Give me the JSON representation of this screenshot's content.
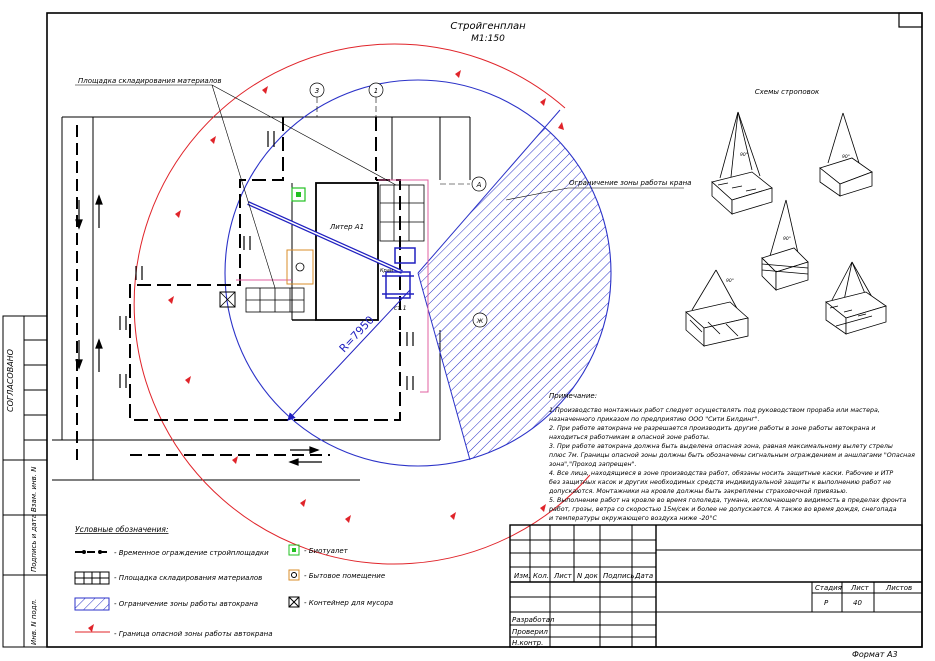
{
  "title": {
    "line1": "Стройгенплан",
    "line2": "М1:150"
  },
  "callouts": {
    "storage": "Площадка складирования материалов",
    "crane_zone": "Ограничение зоны работы крана",
    "building": "Литер А1",
    "radius": "R=7950",
    "crane_label": "Кран",
    "station": "ст.1",
    "cz": "Ж"
  },
  "axes": [
    "3",
    "1",
    "А"
  ],
  "slinging": {
    "title": "Схемы строповок",
    "angle_labels": [
      "90°",
      "90°",
      "90°",
      "90°"
    ]
  },
  "notes": {
    "title": "Примечание:",
    "lines": [
      "1.Производство монтажных работ следует осуществлять под руководством прораба или мастера,",
      "назначенного приказом по предприятию ООО \"Сити Билдинг\".",
      "2.  При работе автокрана не разрешается производить другие работы в зоне работы автокрана и",
      "находиться работникам в опасной зоне работы.",
      "3.  При работе автокрана должна быть выделена опасная зона, равная максимальному вылету стрелы",
      "плюс 7м. Границы опасной зоны должны быть обозначены сигнальным ограждением и аншлагами \"Опасная",
      "зона\",\"Проход запрещен\".",
      "4.  Все лица, находящиеся в зоне производства работ, обязаны носить защитные каски. Рабочие и ИТР",
      "без защитных касок и других необходимых средств индивидуальной защиты к выполнению работ не",
      "допускаются. Монтажники на кровле должны быть закреплены страховочной привязью.",
      "5.  Выполнение работ на кровле во время гололеда, тумана, исключающего видимость в пределах фронта",
      "работ, грозы, ветра со скоростью 15м/сек и более не допускается. А также во время дождя, снегопада",
      "и температуры окружающего воздуха ниже -20°С"
    ]
  },
  "legend": {
    "title": "Условные обозначения:",
    "items": [
      "- Временное ограждение стройплощадки",
      "- Площадка складирования материалов",
      "- Ограничение зоны работы автокрана",
      "- Граница опасной зоны работы автокрана",
      "- Биотуалет",
      "- Бытовое помещение",
      "- Контейнер для мусора"
    ]
  },
  "title_block": {
    "columns": [
      "Изм.",
      "Кол.",
      "Лист",
      "N док",
      "Подпись",
      "Дата"
    ],
    "rows": [
      "Разработал",
      "Проверил",
      "Н.контр."
    ],
    "stage_header": "Стадия",
    "sheet_header": "Лист",
    "sheets_header": "Листов",
    "stage_value": "Р",
    "sheet_value": "40",
    "sheets_value": ""
  },
  "side_stamp": {
    "agreed": "СОГЛАСОВАНО",
    "cells": [
      "Взам. инв. N",
      "Подпись и дата",
      "Инв. N подл."
    ]
  },
  "format": "Формат А3",
  "colors": {
    "danger_zone": "#e0242a",
    "crane_zone": "#2b32c8",
    "boom": "#2020c0",
    "fence_pink": "#e060a0",
    "toilet_green": "#22c022",
    "shelter_orange": "#d98c2a"
  }
}
